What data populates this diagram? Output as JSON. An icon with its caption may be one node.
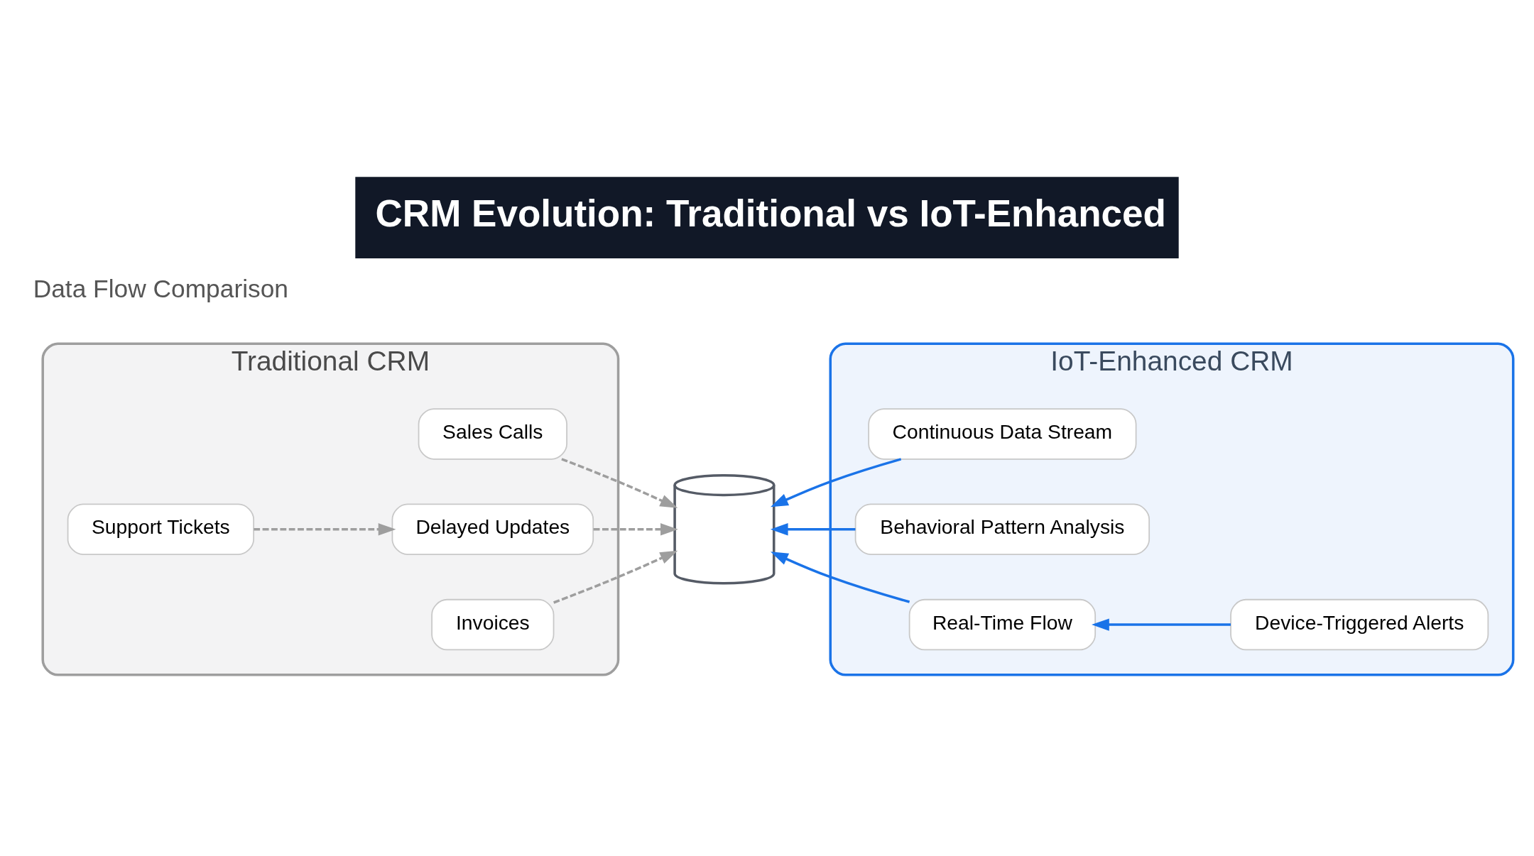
{
  "diagram": {
    "title": "CRM Evolution: Traditional vs IoT-Enhanced",
    "nodes": [
      {
        "text": [
          "Traditional CRM"
        ]
      },
      {
        "text": [
          "Sales Calls"
        ],
        "in": 0
      },
      {
        "text": [
          "Support Tickets"
        ],
        "in": 0
      },
      {
        "text": [
          "Invoices"
        ],
        "in": 0
      },
      {
        "text": [
          "Delayed Updates"
        ],
        "in": 0
      },
      {
        "text": [],
        "shape": "cylinder"
      },
      {
        "text": [
          "IoT-Enhanced CRM"
        ]
      },
      {
        "text": [
          "Continuous Data Stream"
        ],
        "in": 6
      },
      {
        "text": [
          "Device-Triggered Alerts"
        ],
        "in": 6
      },
      {
        "text": [
          "Behavioral Pattern Analysis"
        ],
        "in": 6
      },
      {
        "text": [
          "Real-Time Flow"
        ],
        "in": 6
      }
    ],
    "edges": [
      {
        "from": 1,
        "to": 5,
        "arrow": "to",
        "style": "dashed"
      },
      {
        "from": 2,
        "to": 4,
        "arrow": "to",
        "style": "dashed"
      },
      {
        "from": 4,
        "to": 5,
        "arrow": "to",
        "style": "dashed"
      },
      {
        "from": 3,
        "to": 5,
        "arrow": "to",
        "style": "dashed"
      },
      {
        "from": 7,
        "to": 5,
        "arrow": "to",
        "color": "#1a73e8"
      },
      {
        "from": 8,
        "to": 10,
        "arrow": "to",
        "color": "#1a73e8"
      },
      {
        "from": 10,
        "to": 5,
        "arrow": "to",
        "color": "#1a73e8"
      },
      {
        "from": 9,
        "to": 5,
        "arrow": "to",
        "color": "#1a73e8"
      }
    ],
    "labels": [
      "Data Flow Comparison"
    ]
  }
}
